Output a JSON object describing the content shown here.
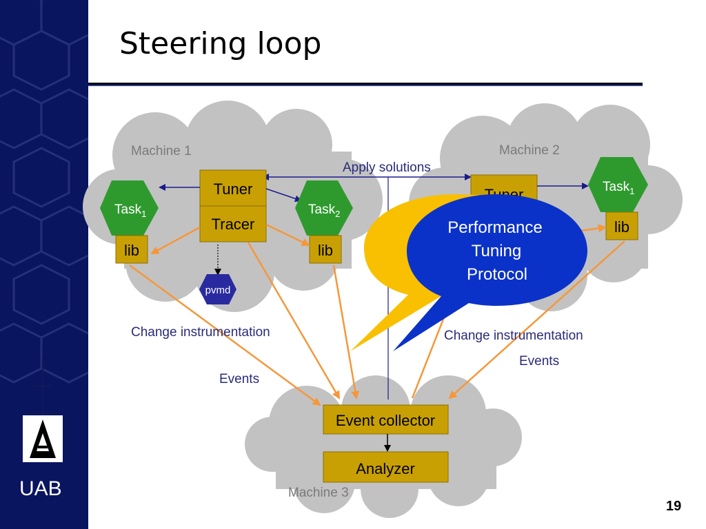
{
  "slide": {
    "title": "Steering loop",
    "page_number": "19",
    "institution": "UAB"
  },
  "machines": {
    "m1": "Machine 1",
    "m2": "Machine 2",
    "m3": "Machine 3"
  },
  "components": {
    "tuner": "Tuner",
    "tracer": "Tracer",
    "lib": "lib",
    "pvmd": "pvmd",
    "task": "Task",
    "task1_sub": "1",
    "task2_sub": "2",
    "event_collector": "Event collector",
    "analyzer": "Analyzer"
  },
  "labels": {
    "apply_solutions": "Apply solutions",
    "change_instrumentation": "Change instrumentation",
    "events": "Events"
  },
  "callout": {
    "line1": "Performance",
    "line2": "Tuning",
    "line3": "Protocol"
  },
  "colors": {
    "sidebar": "#0a1560",
    "cloud": "#c2c2c2",
    "box": "#c9a004",
    "task": "#2e9a2e",
    "pvmd": "#2a2aa0",
    "arrow": "#f5973a",
    "blue_line": "#1a1a8c",
    "callout_blue": "#0b32c8",
    "callout_yellow": "#f8c000"
  }
}
